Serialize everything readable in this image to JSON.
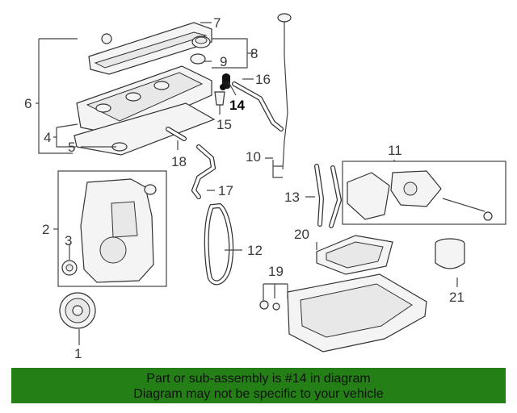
{
  "callouts": {
    "c1": "1",
    "c2": "2",
    "c3": "3",
    "c4": "4",
    "c5": "5",
    "c6": "6",
    "c7": "7",
    "c8": "8",
    "c9": "9",
    "c10": "10",
    "c11": "11",
    "c12": "12",
    "c13": "13",
    "c14": "14",
    "c15": "15",
    "c16": "16",
    "c17": "17",
    "c18": "18",
    "c19": "19",
    "c20": "20",
    "c21": "21"
  },
  "highlight_part": "14",
  "banner": {
    "line1": "Part or sub-assembly is #14 in diagram",
    "line2": "Diagram may not be specific to your vehicle",
    "background": "#248016"
  }
}
